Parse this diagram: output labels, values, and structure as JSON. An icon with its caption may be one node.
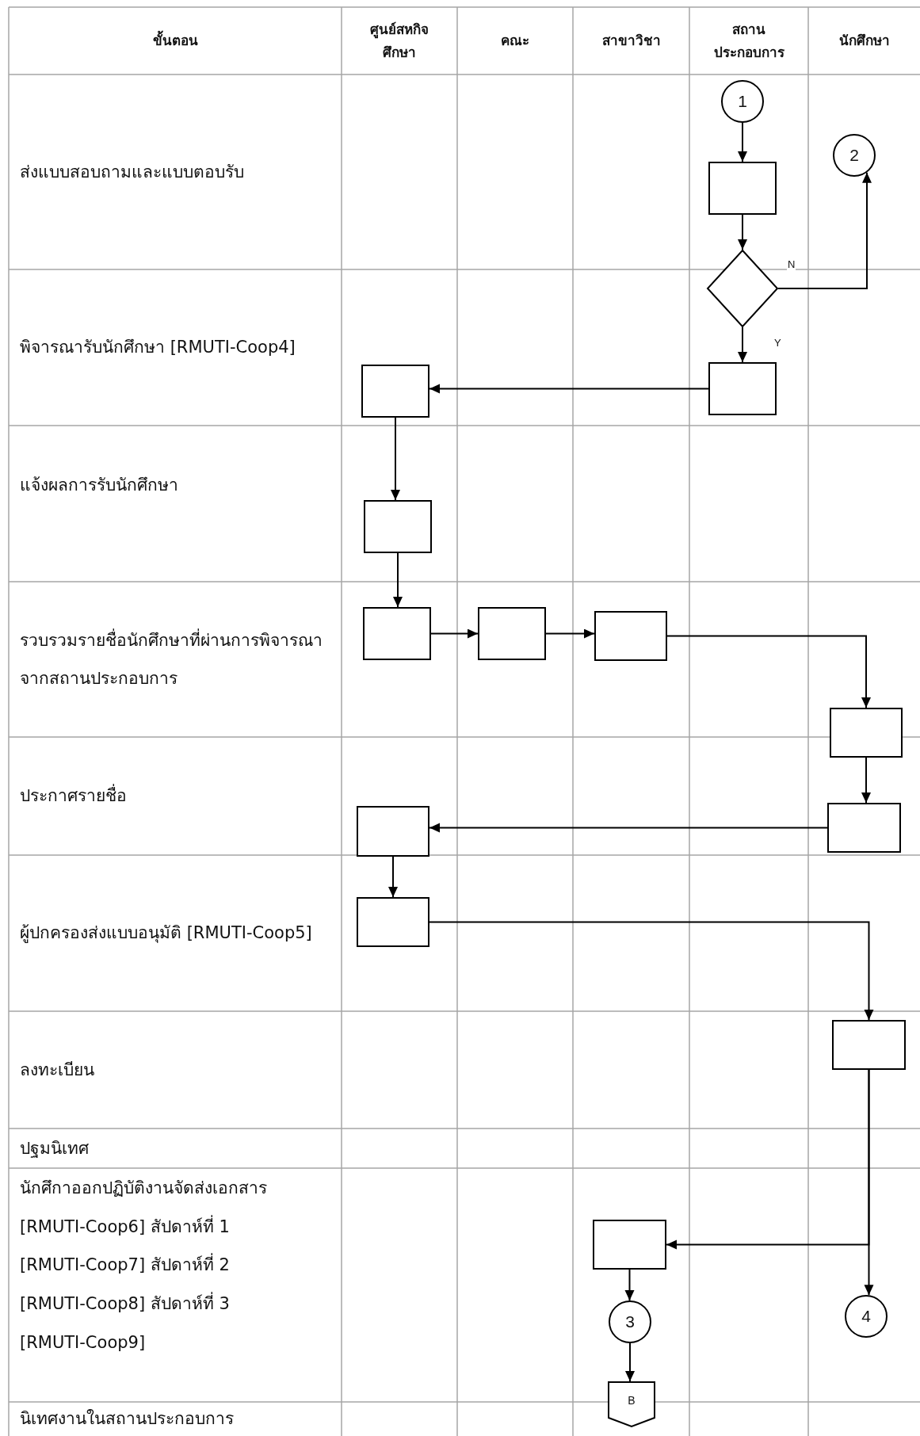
{
  "diagram": {
    "nodes": [
      {
        "text": [
          "1"
        ]
      },
      {
        "text": [
          "2"
        ]
      },
      {
        "text": [],
        "shape": "box"
      },
      {
        "text": [],
        "shape": "diamond"
      },
      {
        "text": [],
        "shape": "box"
      },
      {
        "text": [],
        "shape": "box"
      },
      {
        "text": [],
        "shape": "box"
      },
      {
        "text": [],
        "shape": "box"
      },
      {
        "text": [],
        "shape": "box"
      },
      {
        "text": [],
        "shape": "box"
      },
      {
        "text": [],
        "shape": "box"
      },
      {
        "text": [],
        "shape": "box"
      },
      {
        "text": [],
        "shape": "box"
      },
      {
        "text": [],
        "shape": "box"
      },
      {
        "text": [],
        "shape": "box"
      },
      {
        "text": [],
        "shape": "box"
      },
      {
        "text": [
          "3"
        ]
      },
      {
        "text": [
          "4"
        ]
      },
      {
        "text": [
          "B"
        ]
      }
    ],
    "edges": [
      {
        "from": 0,
        "to": 2,
        "arrow": "to"
      },
      {
        "from": 2,
        "to": 3,
        "arrow": "to"
      },
      {
        "from": 3,
        "to": 1,
        "arrow": "to",
        "label": "N"
      },
      {
        "from": 3,
        "to": 5,
        "arrow": "to",
        "label": "Y"
      },
      {
        "from": 5,
        "to": 4,
        "arrow": "to"
      },
      {
        "from": 4,
        "to": 6,
        "arrow": "to"
      },
      {
        "from": 6,
        "to": 7,
        "arrow": "to"
      },
      {
        "from": 7,
        "to": 8,
        "arrow": "to"
      },
      {
        "from": 8,
        "to": 9,
        "arrow": "to"
      },
      {
        "from": 9,
        "to": 10,
        "arrow": "to"
      },
      {
        "from": 10,
        "to": 12,
        "arrow": "to"
      },
      {
        "from": 12,
        "to": 11,
        "arrow": "to"
      },
      {
        "from": 11,
        "to": 13,
        "arrow": "to"
      },
      {
        "from": 13,
        "to": 14,
        "arrow": "to"
      },
      {
        "from": 14,
        "to": 15,
        "arrow": "to"
      },
      {
        "from": 14,
        "to": 17,
        "arrow": "to"
      },
      {
        "from": 15,
        "to": 16,
        "arrow": "to"
      },
      {
        "from": 16,
        "to": 18,
        "arrow": "to"
      }
    ],
    "labels": [
      "ขั้นตอน",
      "ศูนย์สหกิจศึกษา",
      "คณะ",
      "สาขาวิชา",
      "สถานประกอบการ",
      "นักศึกษา",
      "ส่งแบบสอบถามและแบบตอบรับ",
      "พิจารณารับนักศึกษา [RMUTI-Coop4]",
      "แจ้งผลการรับนักศึกษา",
      "รวบรวมรายชื่อนักศึกษาที่ผ่านการพิจารณาจากสถานประกอบการ",
      "ประกาศรายชื่อ",
      "ผู้ปกครองส่งแบบอนุมัติ [RMUTI-Coop5]",
      "ลงทะเบียน",
      "ปฐมนิเทศ",
      "นักศึกาออกปฏิบัติงานจัดส่งเอกสาร",
      "[RMUTI-Coop6] สัปดาห์ที่ 1",
      "[RMUTI-Coop7] สัปดาห์ที่ 2",
      "[RMUTI-Coop8] สัปดาห์ที่ 3",
      "[RMUTI-Coop9]",
      "นิเทศงานในสถานประกอบการ"
    ]
  }
}
